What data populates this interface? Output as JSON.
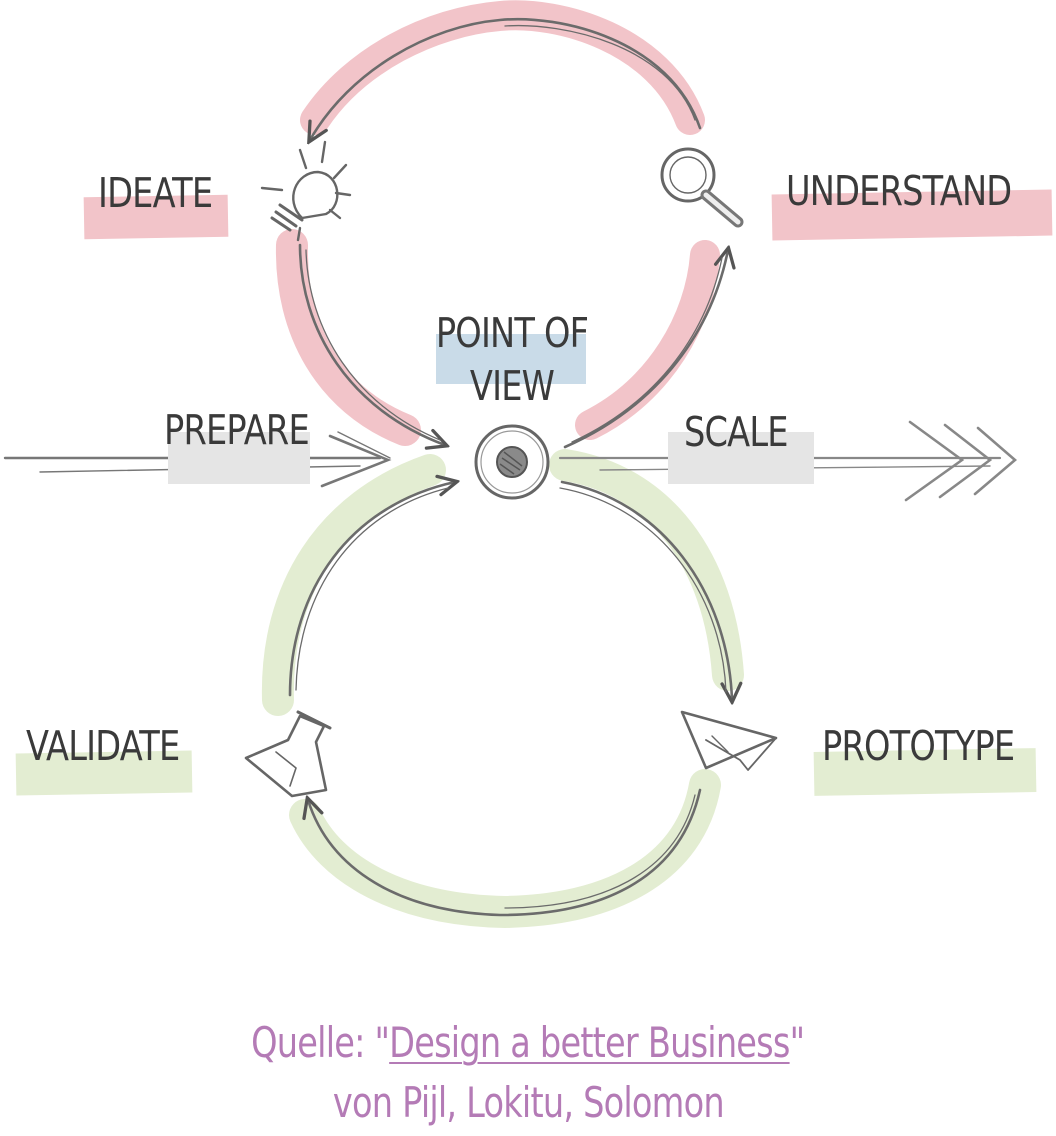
{
  "phases": {
    "ideate": "IDEATE",
    "understand": "UNDERSTAND",
    "point_of_view_line1": "POINT OF",
    "point_of_view_line2": "VIEW",
    "prepare": "PREPARE",
    "scale": "SCALE",
    "validate": "VALIDATE",
    "prototype": "PROTOTYPE"
  },
  "icons": {
    "ideate": "lightbulb-icon",
    "understand": "magnifier-icon",
    "point_of_view": "target-icon",
    "validate": "flask-icon",
    "prototype": "paper-plane-icon"
  },
  "credit": {
    "prefix": "Quelle: \"",
    "link_text": "Design a better Business",
    "suffix": "\"",
    "line2": "von Pijl, Lokitu, Solomon"
  },
  "colors": {
    "top_loop": "#f2c4c9",
    "bottom_loop": "#e3edd2",
    "point_of_view": "#c9dbe8",
    "prepare_scale": "#e5e5e5",
    "text": "#3a3a3a",
    "credit": "#b47bb6"
  }
}
